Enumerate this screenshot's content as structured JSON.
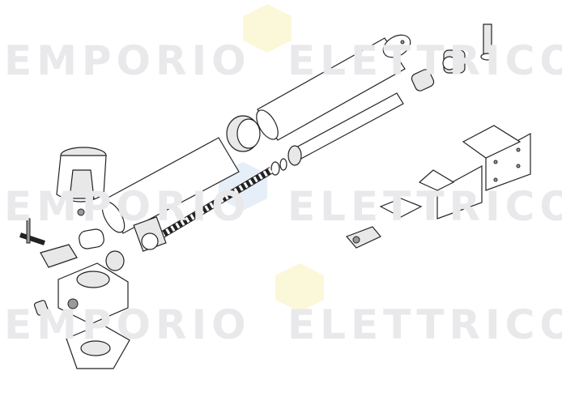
{
  "watermark": {
    "text_left": "EMPORIO",
    "text_right": "ELETTRICO",
    "colors": {
      "text": "#e9e9ec",
      "hex_yellow": "#fbf7d9",
      "hex_blue": "#e6eef8"
    }
  },
  "diagram": {
    "type": "exploded parts drawing",
    "line_color": "#222222"
  }
}
